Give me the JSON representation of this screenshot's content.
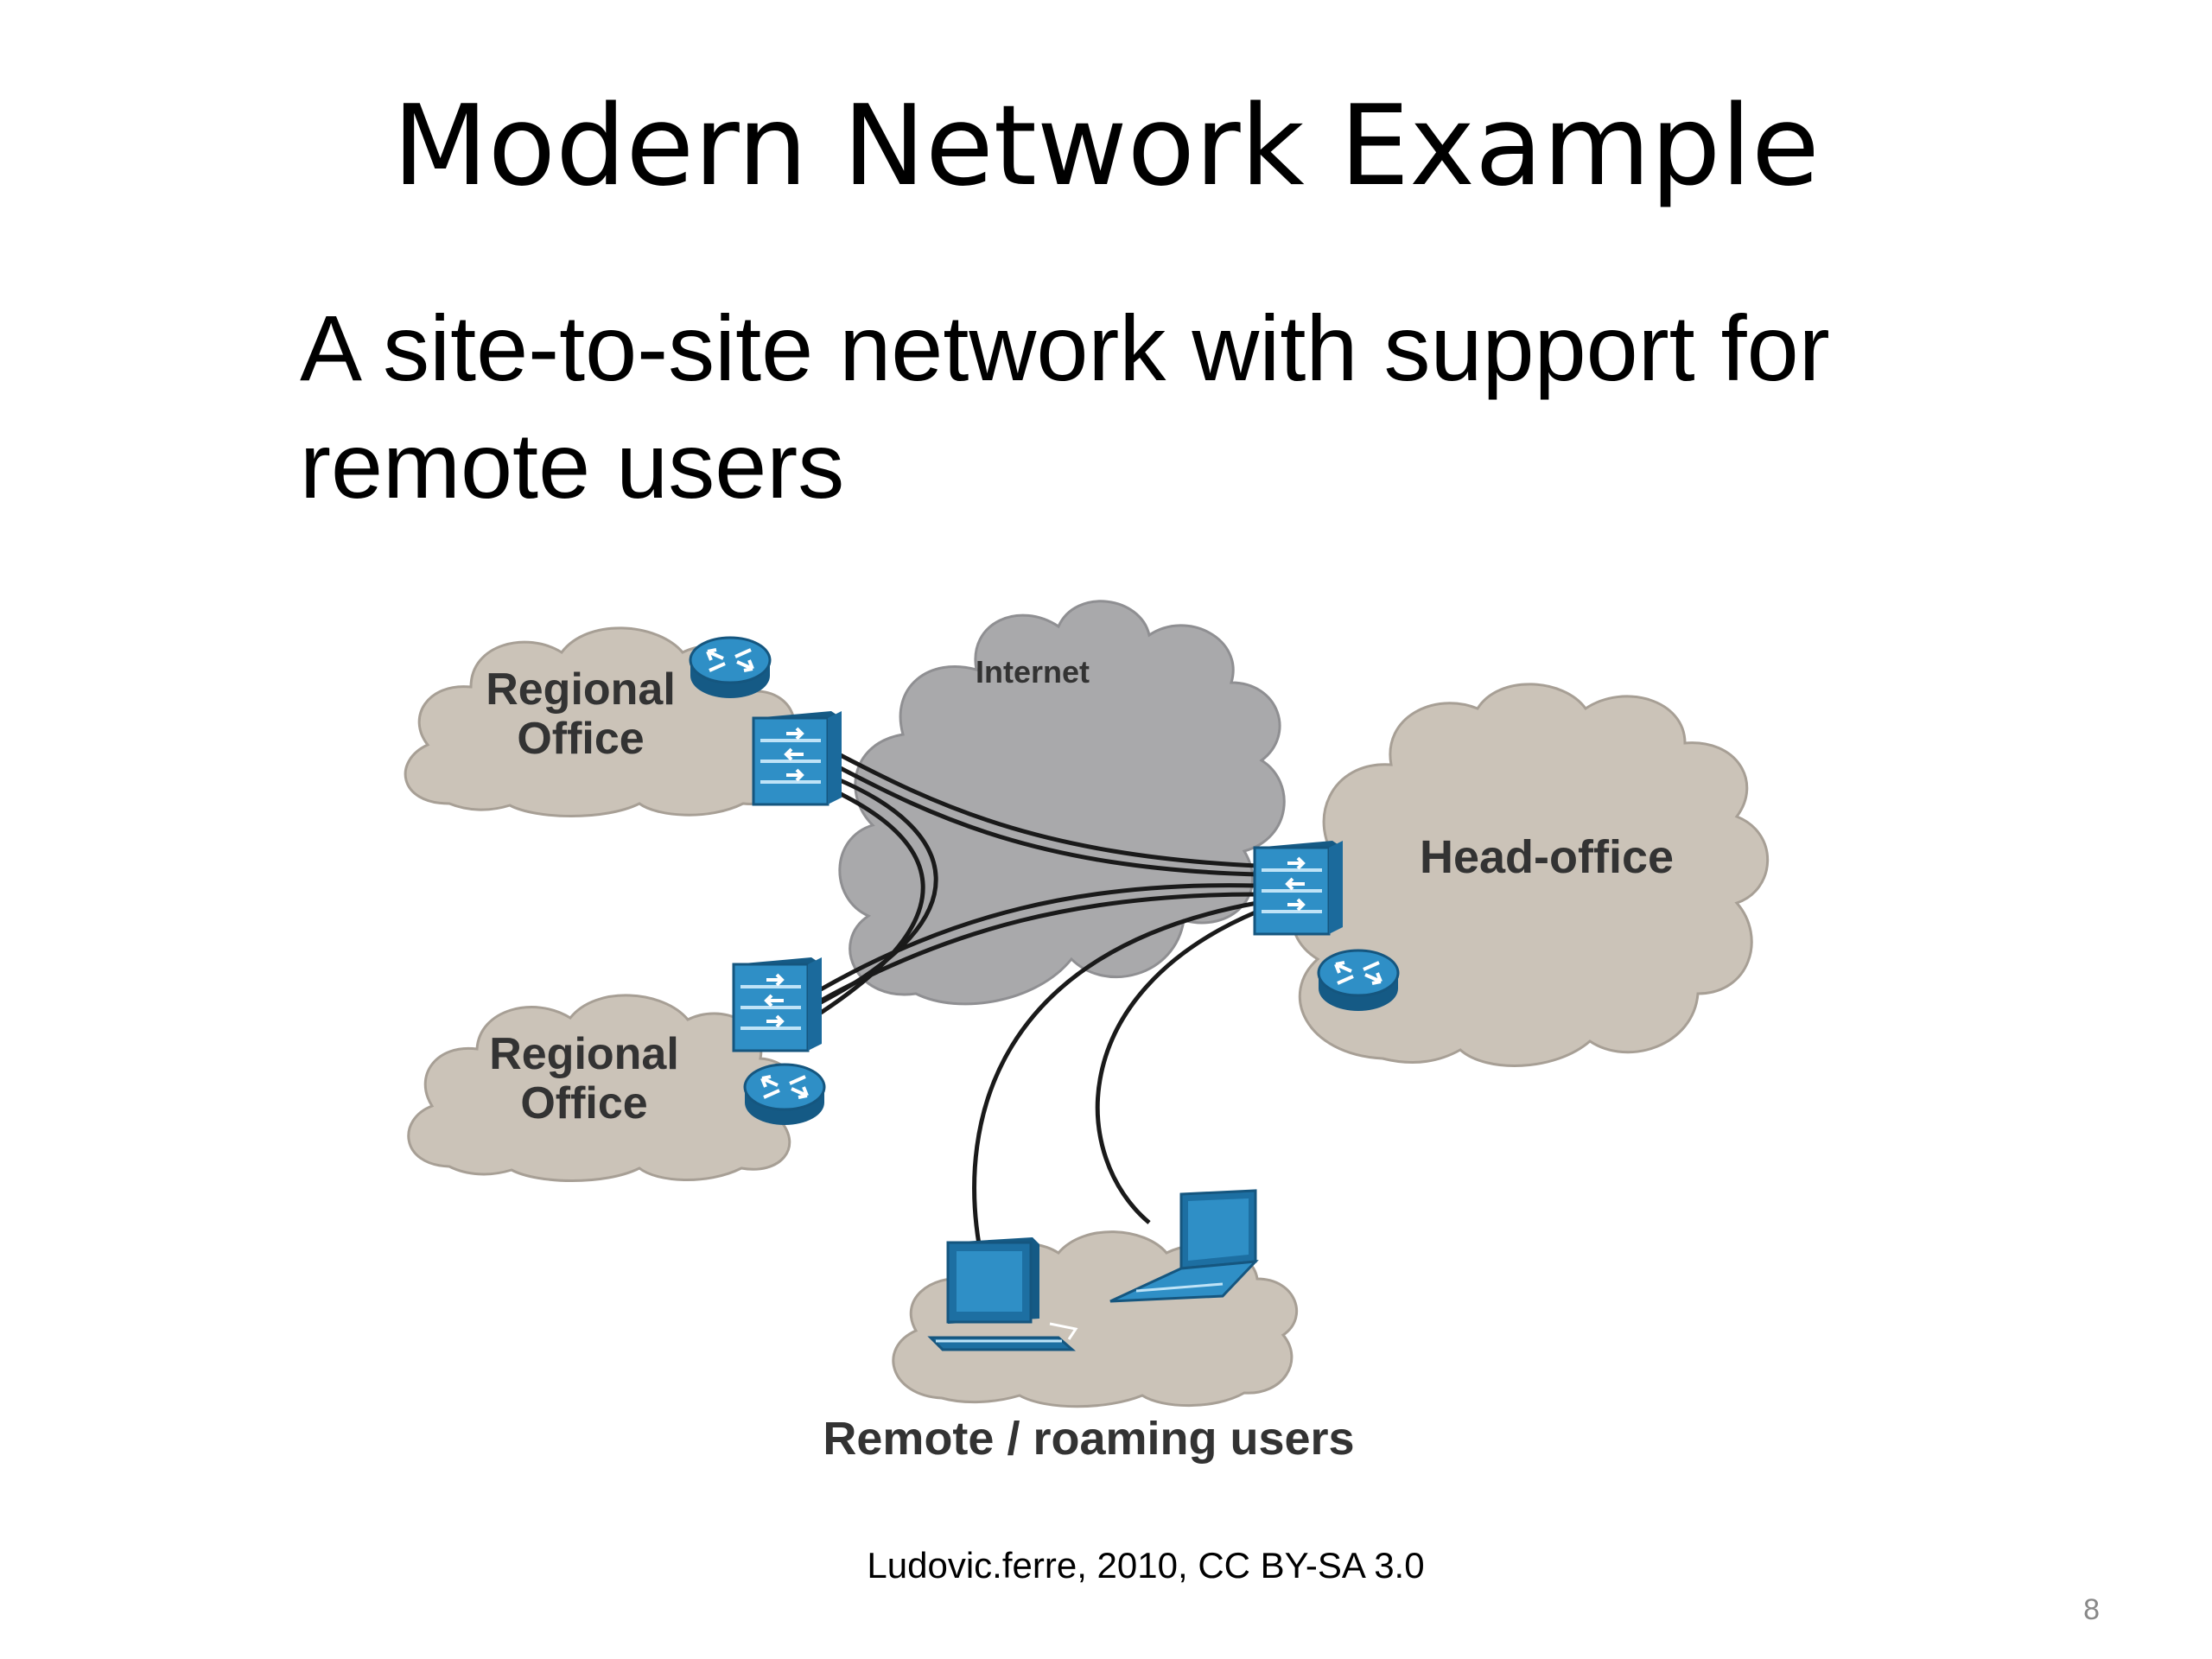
{
  "slide": {
    "title": "Modern Network Example",
    "subtitle": "A site-to-site network with support for remote users",
    "credit": "Ludovic.ferre, 2010, CC BY-SA 3.0",
    "page_number": "8"
  },
  "diagram": {
    "labels": {
      "internet": "Internet",
      "regional_office_top_line1": "Regional",
      "regional_office_top_line2": "Office",
      "regional_office_bottom_line1": "Regional",
      "regional_office_bottom_line2": "Office",
      "head_office": "Head-office",
      "remote_users": "Remote / roaming users"
    },
    "icons": [
      "router-icon",
      "firewall-icon",
      "laptop-icon"
    ],
    "colors": {
      "site_cloud": "#cbc3b8",
      "internet_cloud": "#a9a9ab",
      "device_blue": "#1d6fa2",
      "device_blue_light": "#3d9bd0",
      "connection_line": "#1a1a1a"
    }
  }
}
